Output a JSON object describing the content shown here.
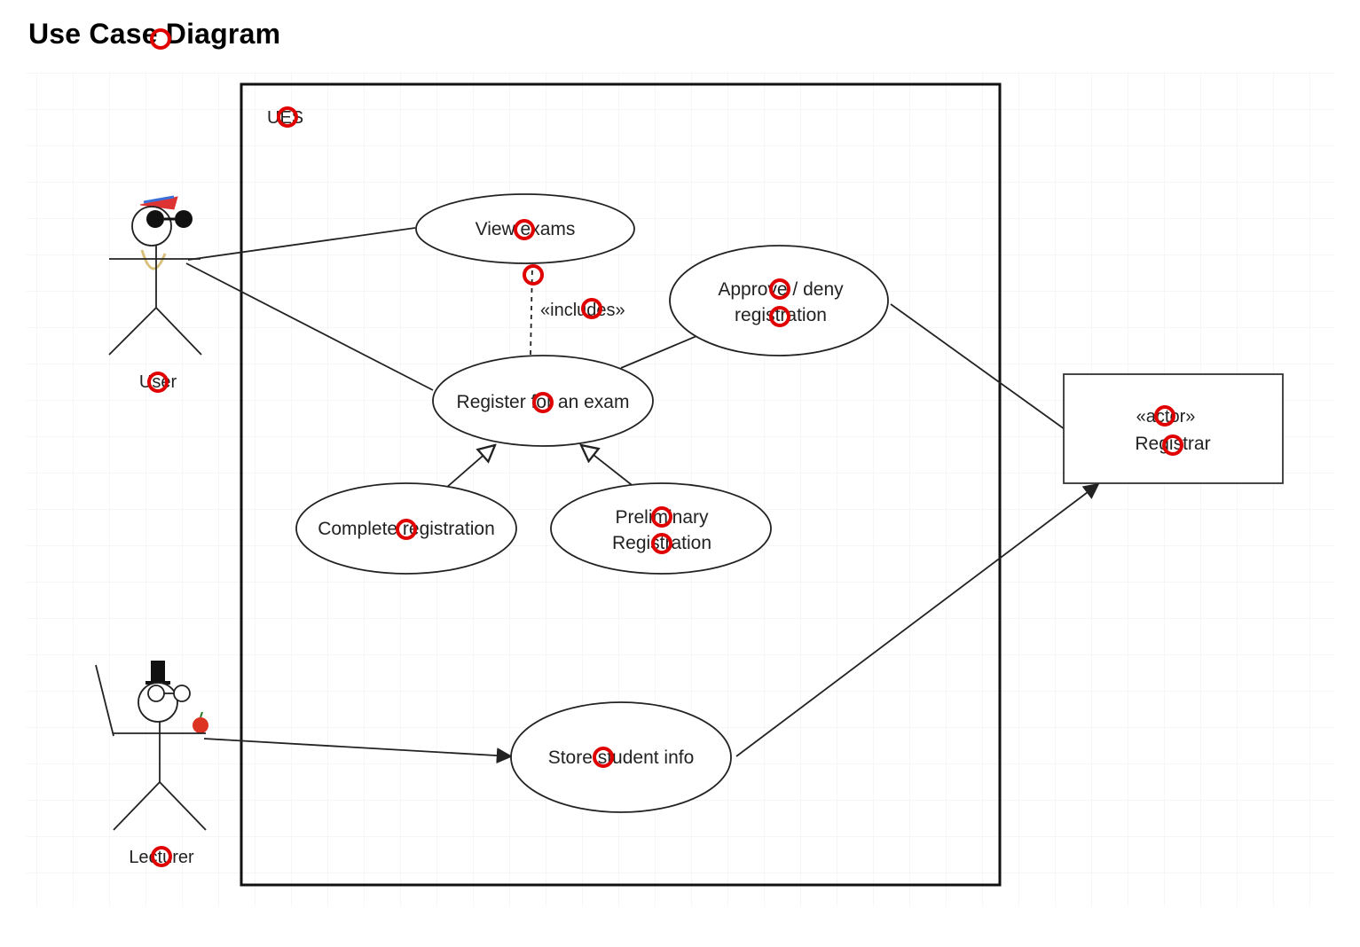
{
  "title": "Use Case Diagram",
  "system": {
    "label": "UES"
  },
  "actors": [
    {
      "id": "user",
      "label": "User",
      "icon": "user-stick-figure-icon"
    },
    {
      "id": "lecturer",
      "label": "Lecturer",
      "icon": "lecturer-stick-figure-icon"
    },
    {
      "id": "registrar",
      "stereotype": "«actor»",
      "label": "Registrar"
    }
  ],
  "use_cases": {
    "view_exams": "View exams",
    "approve_line1": "Approve / deny",
    "approve_line2": "registration",
    "register": "Register for an exam",
    "complete": "Complete registration",
    "prelim_line1": "Preliminary",
    "prelim_line2": "Registration",
    "store": "Store student info"
  },
  "relations": {
    "includes": "«includes»"
  },
  "colors": {
    "line": "#222222",
    "grid": "#ececec",
    "marker": "#e00000"
  }
}
